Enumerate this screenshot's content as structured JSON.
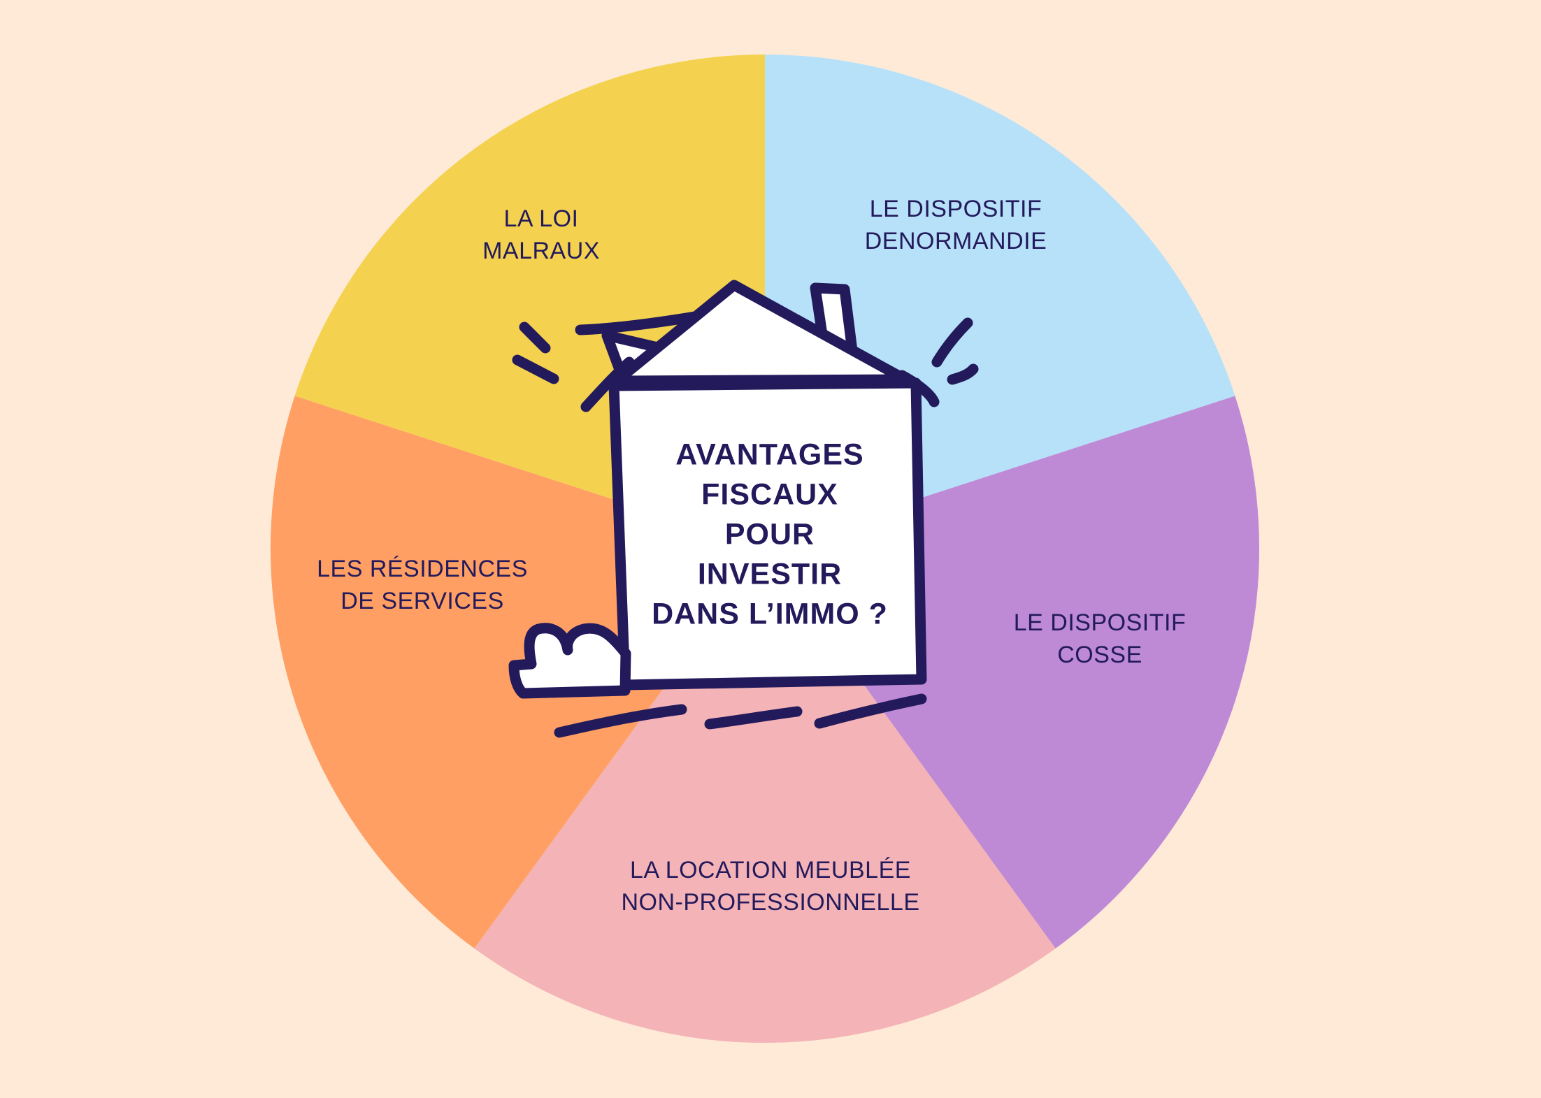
{
  "background_color": "#FEEAD7",
  "ink_color": "#231A5C",
  "title": {
    "lines": [
      "AVANTAGES",
      "FISCAUX",
      "POUR",
      "INVESTIR",
      "DANS L’IMMO ?"
    ]
  },
  "segments": [
    {
      "id": "malraux",
      "lines": [
        "LA LOI",
        "MALRAUX"
      ],
      "color": "#F4D250"
    },
    {
      "id": "denormandie",
      "lines": [
        "LE DISPOSITIF",
        "DENORMANDIE"
      ],
      "color": "#B6E1F9"
    },
    {
      "id": "cosse",
      "lines": [
        "LE DISPOSITIF",
        "COSSE"
      ],
      "color": "#BE8AD6"
    },
    {
      "id": "lmnp",
      "lines": [
        "LA LOCATION MEUBLÉE",
        "NON-PROFESSIONNELLE"
      ],
      "color": "#F4B3B6"
    },
    {
      "id": "residences",
      "lines": [
        "LES RÉSIDENCES",
        "DE SERVICES"
      ],
      "color": "#FF9F63"
    }
  ],
  "icons": {
    "center": "house-icon",
    "decorations": [
      "motion-lines-icon",
      "bush-icon",
      "ground-lines-icon"
    ]
  }
}
